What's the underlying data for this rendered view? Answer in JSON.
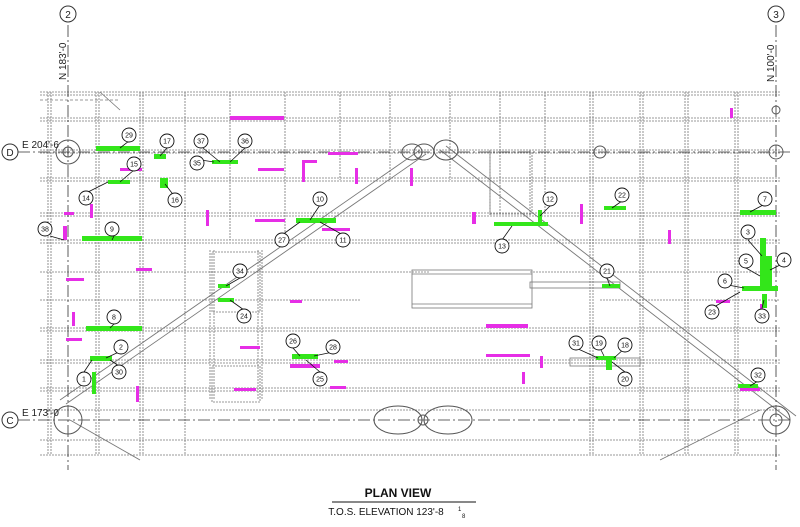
{
  "grid": {
    "col_left": "2",
    "col_right": "3",
    "row_top": "D",
    "row_bottom": "C",
    "north_left": "N 183'-0",
    "north_right": "N 100'-0",
    "east_top": "E 204'-6",
    "east_bottom": "E 173'-0"
  },
  "title": {
    "main": "PLAN VIEW",
    "elevation": "T.O.S. ELEVATION 123'-8",
    "fraction_num": "1",
    "fraction_den": "8"
  },
  "tags": [
    "1",
    "2",
    "3",
    "4",
    "5",
    "6",
    "7",
    "8",
    "9",
    "10",
    "11",
    "12",
    "13",
    "14",
    "15",
    "16",
    "17",
    "18",
    "19",
    "20",
    "21",
    "22",
    "23",
    "24",
    "25",
    "26",
    "27",
    "28",
    "29",
    "30",
    "31",
    "32",
    "33",
    "34",
    "35",
    "36",
    "37",
    "38"
  ],
  "colors": {
    "linework": "#6a6a6a",
    "member_highlight": "#33e61a",
    "member_alt": "#e62ee6",
    "callout": "#111111"
  }
}
